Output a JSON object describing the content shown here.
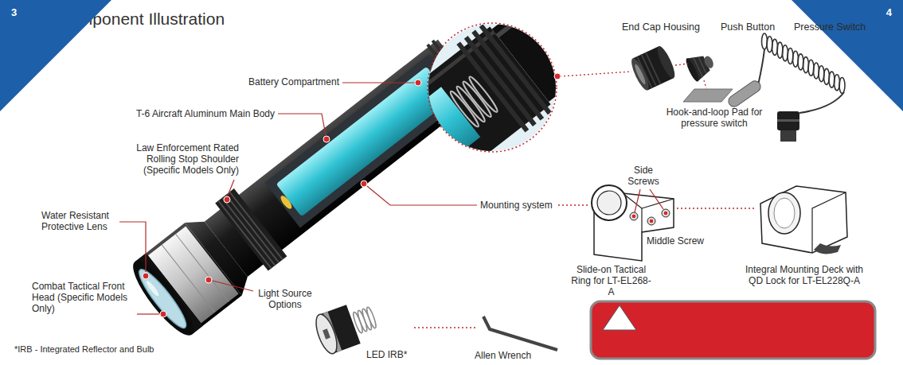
{
  "diagram": {
    "title": "Component Illustration",
    "nodes": [
      {
        "text": [
          "3"
        ]
      },
      {
        "text": [
          "4"
        ]
      }
    ],
    "labels": [
      "Battery Compartment",
      "T-6 Aircraft Aluminum Main Body",
      "Law Enforcement Rated Rolling Stop Shoulder (Specific Models Only)",
      "Water Resistant Protective Lens",
      "Combat Tactical Front Head (Specific Models Only)",
      "*IRB - Integrated Reflector and Bulb",
      "Light Source Options",
      "LED IRB*",
      "Allen Wrench",
      "End Cap Housing",
      "Push Button",
      "Pressure Switch",
      "Hook-and-loop Pad for pressure switch",
      "Mounting system",
      "Side Screws",
      "Middle Screw",
      "Slide-on Tactical Ring for LT-EL268-A",
      "Integral Mounting Deck with QD Lock for LT-EL228Q-A"
    ]
  }
}
